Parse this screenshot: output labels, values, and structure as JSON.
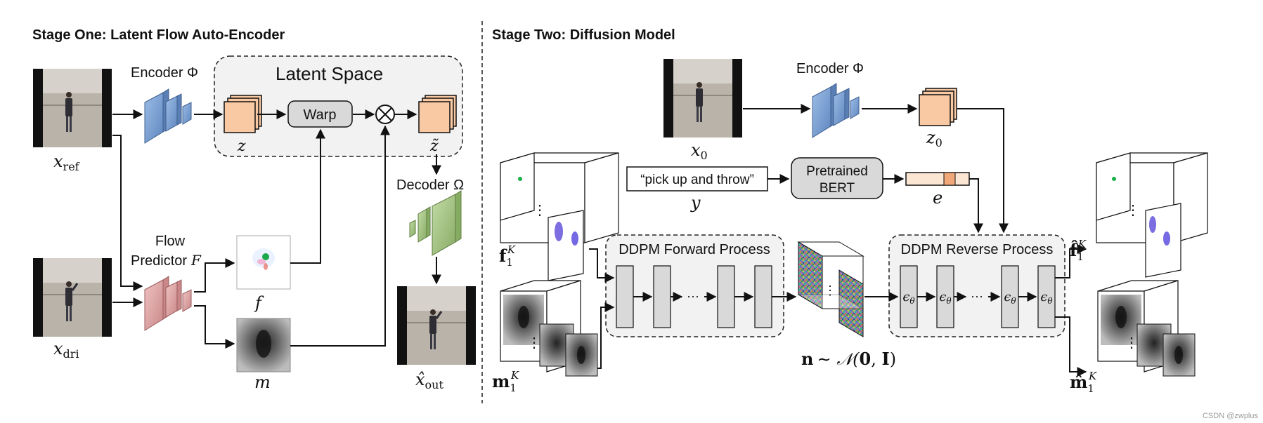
{
  "stage_one": {
    "title": "Stage One: Latent Flow Auto-Encoder",
    "encoder_label": "Encoder Φ",
    "latent_space_label": "Latent Space",
    "warp_label": "Warp",
    "z_label": "z",
    "z_tilde_label": "z̃",
    "decoder_label": "Decoder Ω",
    "flow_predictor_line1": "Flow",
    "flow_predictor_line2": "Predictor",
    "flow_predictor_symbol": "F",
    "f_label": "f",
    "m_label": "m",
    "x_ref_base": "x",
    "x_ref_sub": "ref",
    "x_dri_base": "x",
    "x_dri_sub": "dri",
    "x_out_base": "x̂",
    "x_out_sub": "out"
  },
  "stage_two": {
    "title": "Stage Two: Diffusion Model",
    "encoder_label": "Encoder Φ",
    "x0_base": "x",
    "x0_sub": "0",
    "z0_base": "z",
    "z0_sub": "0",
    "text_prompt": "“pick up and throw”",
    "y_label": "y",
    "bert_line1": "Pretrained",
    "bert_line2": "BERT",
    "e_label": "e",
    "forward_label": "DDPM Forward Process",
    "reverse_label": "DDPM Reverse Process",
    "eps_symbol": "ϵ",
    "eps_sub": "θ",
    "dots": "···",
    "vdots": "⋮",
    "noise_n": "n",
    "noise_rest": "∼ 𝒩(",
    "noise_zero": "0",
    "noise_comma": ", ",
    "noise_I": "I",
    "noise_close": ")",
    "f1K_base": "f",
    "f1K_sub": "1",
    "f1K_sup": "K",
    "m1K_base": "m",
    "m1K_sub": "1",
    "m1K_sup": "K",
    "f1K_hat_base": "f̂",
    "m1K_hat_base": "m̂"
  },
  "watermark": "CSDN @zwplus",
  "colors": {
    "encoder_blue": "#7ea6d6",
    "latent_peach": "#f8c9a3",
    "decoder_green": "#a9c98a",
    "flow_pink": "#e3a9aa",
    "box_gray": "#d9d9d9",
    "panel_gray": "#f2f2f2"
  }
}
